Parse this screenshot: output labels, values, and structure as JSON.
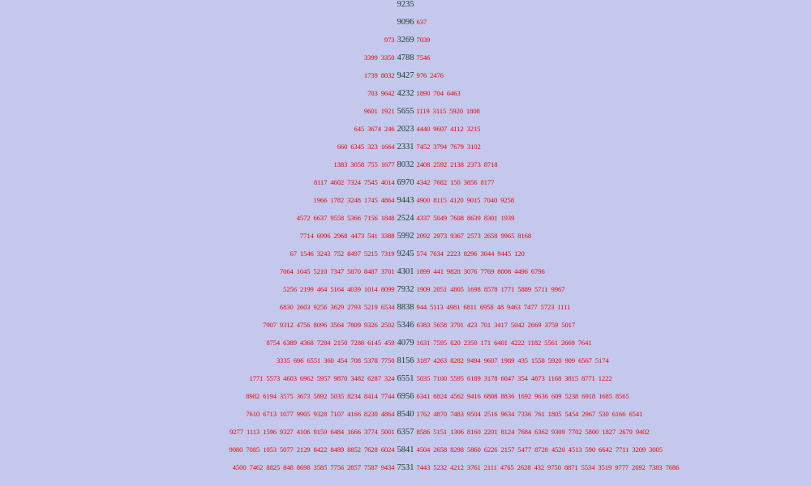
{
  "rows": [
    {
      "left": [],
      "center": "9235",
      "right": []
    },
    {
      "left": [],
      "center": "9096",
      "right": [
        "637"
      ]
    },
    {
      "left": [
        "973"
      ],
      "center": "3269",
      "right": [
        "7039"
      ]
    },
    {
      "left": [
        "3399",
        "3350"
      ],
      "center": "4788",
      "right": [
        "7546"
      ]
    },
    {
      "left": [
        "1739",
        "8032"
      ],
      "center": "9427",
      "right": [
        "976",
        "2476"
      ]
    },
    {
      "left": [
        "703",
        "9642"
      ],
      "center": "4232",
      "right": [
        "1890",
        "704",
        "6463"
      ]
    },
    {
      "left": [
        "9601",
        "1921"
      ],
      "center": "5655",
      "right": [
        "1119",
        "3115",
        "5920",
        "1808"
      ]
    },
    {
      "left": [
        "645",
        "3674",
        "246"
      ],
      "center": "2023",
      "right": [
        "4440",
        "9607",
        "4112",
        "3215"
      ]
    },
    {
      "left": [
        "660",
        "6345",
        "323",
        "1664"
      ],
      "center": "2331",
      "right": [
        "7452",
        "3794",
        "7679",
        "3102"
      ]
    },
    {
      "left": [
        "1383",
        "3058",
        "755",
        "1677"
      ],
      "center": "8032",
      "right": [
        "2408",
        "2592",
        "2138",
        "2373",
        "8718"
      ]
    },
    {
      "left": [
        "8117",
        "4602",
        "7324",
        "7545",
        "4014"
      ],
      "center": "6970",
      "right": [
        "4342",
        "7682",
        "150",
        "3856",
        "8177"
      ]
    },
    {
      "left": [
        "1966",
        "1782",
        "3248",
        "1745",
        "4864"
      ],
      "center": "9443",
      "right": [
        "4900",
        "8115",
        "4120",
        "9015",
        "7040",
        "9258"
      ]
    },
    {
      "left": [
        "4572",
        "6637",
        "9558",
        "5366",
        "7156",
        "1848"
      ],
      "center": "2524",
      "right": [
        "4337",
        "5049",
        "7608",
        "8639",
        "8301",
        "1939"
      ]
    },
    {
      "left": [
        "7714",
        "6996",
        "2968",
        "4473",
        "541",
        "3388"
      ],
      "center": "5992",
      "right": [
        "2092",
        "2973",
        "9367",
        "2573",
        "2658",
        "9965",
        "8168"
      ]
    },
    {
      "left": [
        "67",
        "1546",
        "3243",
        "752",
        "8497",
        "5215",
        "7319"
      ],
      "center": "9245",
      "right": [
        "574",
        "7634",
        "2223",
        "8296",
        "3044",
        "9445",
        "120"
      ]
    },
    {
      "left": [
        "7064",
        "1045",
        "5210",
        "7347",
        "5870",
        "8487",
        "3701"
      ],
      "center": "4301",
      "right": [
        "1899",
        "441",
        "9828",
        "3076",
        "7769",
        "8008",
        "4496",
        "6796"
      ]
    },
    {
      "left": [
        "5256",
        "2199",
        "464",
        "5164",
        "4039",
        "1014",
        "8099"
      ],
      "center": "7932",
      "right": [
        "1909",
        "2051",
        "4805",
        "1698",
        "8578",
        "1771",
        "5889",
        "5711",
        "9967"
      ]
    },
    {
      "left": [
        "6830",
        "2603",
        "9256",
        "3629",
        "2793",
        "5219",
        "6534"
      ],
      "center": "8838",
      "right": [
        "944",
        "5113",
        "4981",
        "6811",
        "6958",
        "48",
        "9463",
        "7477",
        "5723",
        "1111"
      ]
    },
    {
      "left": [
        "7907",
        "9312",
        "4756",
        "8096",
        "3564",
        "7809",
        "9326",
        "2502"
      ],
      "center": "5346",
      "right": [
        "6383",
        "5658",
        "3791",
        "423",
        "701",
        "3417",
        "5042",
        "2669",
        "3759",
        "5017"
      ]
    },
    {
      "left": [
        "8754",
        "6389",
        "4368",
        "7284",
        "2150",
        "7288",
        "6145",
        "459"
      ],
      "center": "4079",
      "right": [
        "1631",
        "7595",
        "620",
        "2350",
        "171",
        "6401",
        "4222",
        "1182",
        "5561",
        "2669",
        "7641"
      ]
    },
    {
      "left": [
        "3335",
        "696",
        "6551",
        "360",
        "454",
        "708",
        "5378",
        "7750"
      ],
      "center": "8156",
      "right": [
        "3187",
        "4263",
        "8282",
        "9494",
        "9607",
        "1989",
        "435",
        "1558",
        "5920",
        "909",
        "6567",
        "5174"
      ]
    },
    {
      "left": [
        "1771",
        "5573",
        "4603",
        "6962",
        "5957",
        "9870",
        "3482",
        "6287",
        "324"
      ],
      "center": "6551",
      "right": [
        "5035",
        "7100",
        "5595",
        "6189",
        "3178",
        "6047",
        "354",
        "4873",
        "1168",
        "3815",
        "8771",
        "1222"
      ]
    },
    {
      "left": [
        "8982",
        "6194",
        "3575",
        "3673",
        "5892",
        "5035",
        "8234",
        "8414",
        "7744"
      ],
      "center": "6956",
      "right": [
        "6341",
        "6824",
        "4562",
        "9416",
        "6808",
        "8836",
        "1692",
        "9636",
        "609",
        "5238",
        "6918",
        "1685",
        "8565"
      ]
    },
    {
      "left": [
        "7610",
        "6713",
        "1077",
        "9905",
        "9328",
        "7107",
        "4166",
        "8230",
        "4864"
      ],
      "center": "8540",
      "right": [
        "1762",
        "4870",
        "7483",
        "9504",
        "2516",
        "9634",
        "7336",
        "761",
        "1805",
        "5454",
        "2967",
        "530",
        "6166",
        "6541"
      ]
    },
    {
      "left": [
        "9277",
        "1113",
        "1596",
        "9327",
        "4106",
        "9159",
        "6484",
        "1666",
        "3774",
        "5001"
      ],
      "center": "6357",
      "right": [
        "8586",
        "5151",
        "1306",
        "8160",
        "2201",
        "8124",
        "7684",
        "6362",
        "9309",
        "7702",
        "5800",
        "1827",
        "2679",
        "9402"
      ]
    },
    {
      "left": [
        "9080",
        "7085",
        "1053",
        "5077",
        "2129",
        "8422",
        "8489",
        "8852",
        "7628",
        "6024"
      ],
      "center": "5841",
      "right": [
        "4504",
        "2658",
        "8298",
        "5860",
        "6226",
        "2157",
        "5477",
        "8728",
        "4520",
        "4513",
        "590",
        "6642",
        "7711",
        "3209",
        "3005"
      ]
    },
    {
      "left": [
        "4500",
        "7462",
        "8825",
        "848",
        "8698",
        "3585",
        "7756",
        "2857",
        "7587",
        "9434"
      ],
      "center": "7531",
      "right": [
        "7443",
        "5232",
        "4212",
        "3761",
        "2111",
        "4765",
        "2628",
        "432",
        "9750",
        "8871",
        "5534",
        "3519",
        "9777",
        "2692",
        "7383",
        "7686"
      ]
    }
  ]
}
